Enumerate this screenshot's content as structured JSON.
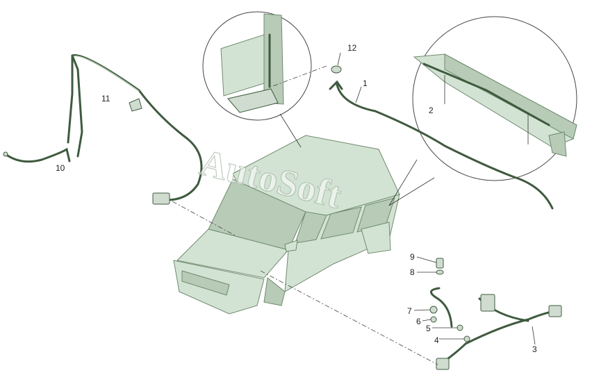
{
  "watermark": "AutoSoft",
  "callouts": [
    {
      "id": "c1",
      "text": "1"
    },
    {
      "id": "c2",
      "text": "2"
    },
    {
      "id": "c3",
      "text": "3"
    },
    {
      "id": "c4",
      "text": "4"
    },
    {
      "id": "c5",
      "text": "5"
    },
    {
      "id": "c6",
      "text": "6"
    },
    {
      "id": "c7",
      "text": "7"
    },
    {
      "id": "c8",
      "text": "8"
    },
    {
      "id": "c9",
      "text": "9"
    },
    {
      "id": "c10",
      "text": "10"
    },
    {
      "id": "c11",
      "text": "11"
    },
    {
      "id": "c12",
      "text": "12"
    }
  ],
  "colors": {
    "harness": "#3f5a3f",
    "body": "#d3e3d3",
    "outline": "#444444"
  }
}
